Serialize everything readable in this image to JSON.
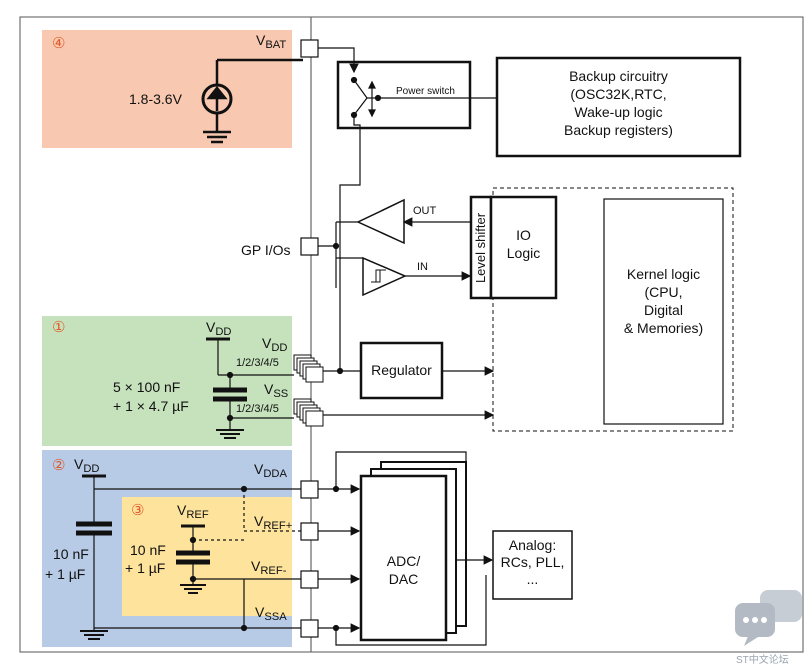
{
  "zones": {
    "z4": {
      "marker": "④",
      "color": "#f8c9b0",
      "vbat": "V",
      "vbat_sub": "BAT",
      "voltage": "1.8-3.6V"
    },
    "z1": {
      "marker": "①",
      "color": "#c6e2bc",
      "vdd": "V",
      "vdd_sub": "DD",
      "vdd_pins": "V",
      "vdd_pins_sub": "DD",
      "vdd_range": "1/2/3/4/5",
      "vss": "V",
      "vss_sub": "SS",
      "vss_range": "1/2/3/4/5",
      "cap_line1": "5 × 100 nF",
      "cap_line2": "+ 1 × 4.7 µF"
    },
    "z2": {
      "marker": "②",
      "color": "#b7cbe6",
      "vdd": "V",
      "vdd_sub": "DD",
      "vdda": "V",
      "vdda_sub": "DDA",
      "vssa": "V",
      "vssa_sub": "SSA",
      "cap_line1": "10 nF",
      "cap_line2": "+ 1 µF"
    },
    "z3": {
      "marker": "③",
      "color": "#fde39c",
      "vref": "V",
      "vref_sub": "REF",
      "vrefp": "V",
      "vrefp_sub": "REF+",
      "vrefm": "V",
      "vrefm_sub": "REF-",
      "cap_line1": "10 nF",
      "cap_line2": "+ 1 µF"
    }
  },
  "blocks": {
    "power_switch": "Power switch",
    "backup": [
      "Backup circuitry",
      "(OSC32K,RTC,",
      "Wake-up logic",
      "Backup registers)"
    ],
    "io_logic": [
      "IO",
      "Logic"
    ],
    "level_shifter": "Level shifter",
    "kernel": [
      "Kernel logic",
      "(CPU,",
      "Digital",
      "& Memories)"
    ],
    "regulator": "Regulator",
    "adc": [
      "ADC/",
      "DAC"
    ],
    "analog": [
      "Analog:",
      "RCs, PLL,",
      "..."
    ]
  },
  "signals": {
    "gpio": "GP I/Os",
    "out": "OUT",
    "in": "IN"
  },
  "watermark": {
    "text": "ST中文论坛",
    "icon": "chat-bubbles-icon"
  }
}
